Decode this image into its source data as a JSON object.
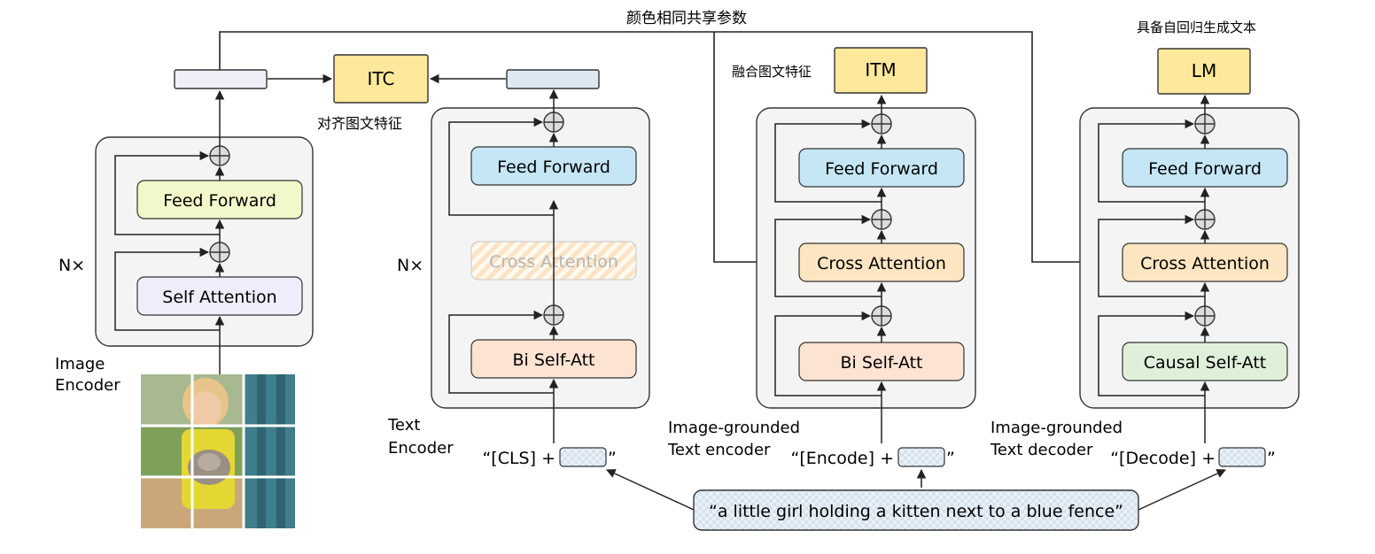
{
  "top_note": "颜色相同共享参数",
  "image_encoder": {
    "nx": "N×",
    "feed_forward": "Feed Forward",
    "self_attention": "Self Attention",
    "caption_line1": "Image",
    "caption_line2": "Encoder",
    "photo_description": "photo of a girl holding a kitten next to a blue fence, split into a grid of patches"
  },
  "itc": {
    "label": "ITC",
    "note": "对齐图文特征"
  },
  "text_encoder": {
    "nx": "N×",
    "feed_forward": "Feed Forward",
    "cross_attention": "Cross Attention",
    "bi_self_att": "Bi Self-Att",
    "caption_line1": "Text",
    "caption_line2": "Encoder",
    "input_prefix": "“[CLS] +",
    "input_suffix": "”"
  },
  "grounded_encoder": {
    "head_label": "ITM",
    "head_note": "融合图文特征",
    "feed_forward": "Feed Forward",
    "cross_attention": "Cross Attention",
    "bi_self_att": "Bi Self-Att",
    "caption_line1": "Image-grounded",
    "caption_line2": "Text encoder",
    "input_prefix": "“[Encode] +",
    "input_suffix": "”"
  },
  "grounded_decoder": {
    "head_label": "LM",
    "head_note": "具备自回归生成文本",
    "feed_forward": "Feed Forward",
    "cross_attention": "Cross Attention",
    "causal_self_att": "Causal Self-Att",
    "caption_line1": "Image-grounded",
    "caption_line2": "Text decoder",
    "input_prefix": "“[Decode] +",
    "input_suffix": "”"
  },
  "caption_text": "“a little girl holding a kitten next to a blue fence”",
  "colors": {
    "feed_forward_image": "#f2f8c9",
    "feed_forward_text": "#c5e6f4",
    "self_attention": "#f1ecfb",
    "bi_self_att": "#fde3d2",
    "cross_attention": "#fde5c2",
    "causal_self_att": "#dff0da",
    "head": "#fde89b",
    "block_bg": "#f4f4f4",
    "feature_image": "#f2eef8",
    "feature_text": "#dde8f3"
  }
}
